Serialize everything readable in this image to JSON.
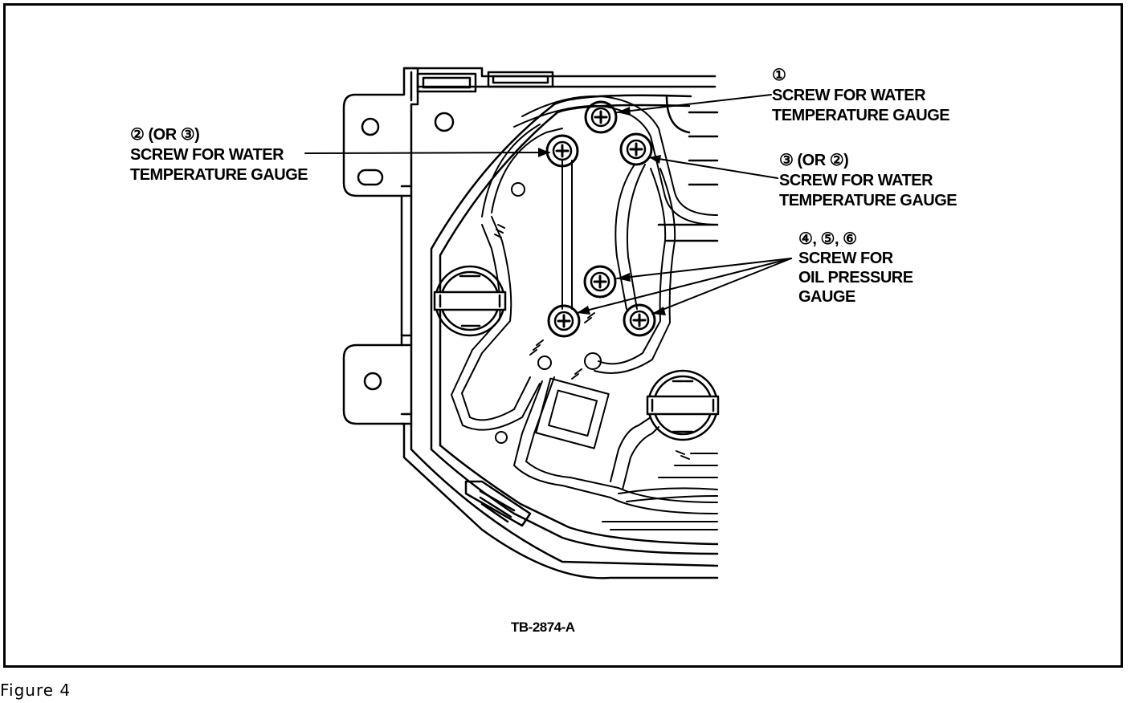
{
  "callouts": {
    "screw1": {
      "number": "①",
      "line1": "SCREW FOR WATER",
      "line2": "TEMPERATURE GAUGE"
    },
    "screw2": {
      "number": "② (OR ③)",
      "line1": "SCREW FOR WATER",
      "line2": "TEMPERATURE GAUGE"
    },
    "screw3": {
      "number": "③ (OR ②)",
      "line1": "SCREW FOR WATER",
      "line2": "TEMPERATURE GAUGE"
    },
    "screw456": {
      "number": "④, ⑤, ⑥",
      "line1": "SCREW FOR",
      "line2": "OIL PRESSURE",
      "line3": "GAUGE"
    }
  },
  "figure_id": "TB-2874-A",
  "caption": "Figure 4"
}
